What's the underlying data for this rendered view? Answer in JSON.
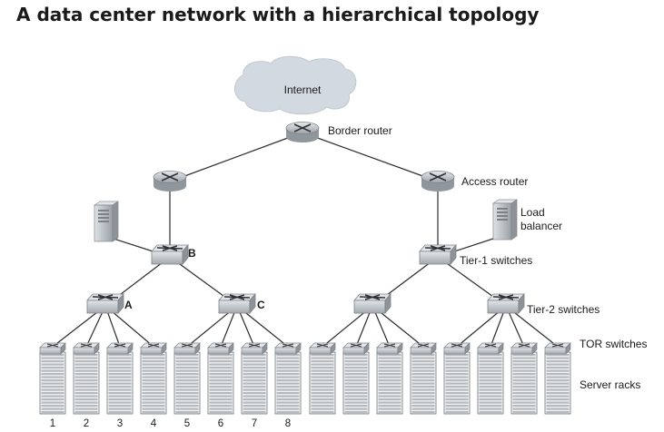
{
  "title": "A data center network with a hierarchical topology",
  "labels": {
    "internet": "Internet",
    "border_router": "Border router",
    "access_router": "Access router",
    "load_balancer_line1": "Load",
    "load_balancer_line2": "balancer",
    "tier1": "Tier-1 switches",
    "tier2": "Tier-2 switches",
    "tor": "TOR switches",
    "server_racks": "Server racks",
    "switch_a": "A",
    "switch_b": "B",
    "switch_c": "C"
  },
  "rack_numbers": [
    "1",
    "2",
    "3",
    "4",
    "5",
    "6",
    "7",
    "8"
  ],
  "colors": {
    "cloud": "#d3d9e0",
    "device": "#c9ced3",
    "device_dark": "#8f969c",
    "rack": "#b5babf",
    "line": "#2b2b2b"
  }
}
